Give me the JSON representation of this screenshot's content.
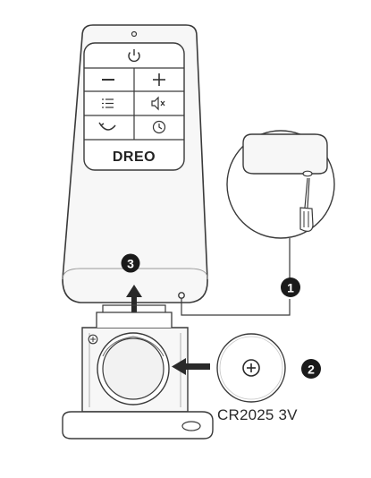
{
  "remote": {
    "brand": "DREO",
    "buttons": {
      "power": "power-icon",
      "minus": "minus-icon",
      "plus": "plus-icon",
      "mode": "list-icon",
      "mute": "mute-icon",
      "oscillate": "swing-icon",
      "timer": "timer-icon"
    }
  },
  "steps": {
    "step1": "1",
    "step2": "2",
    "step3": "3"
  },
  "battery": {
    "label": "CR2025 3V",
    "symbol": "plus-icon"
  },
  "colors": {
    "outline": "#3a3a3a",
    "remote_fill": "#f7f7f7",
    "badge": "#1a1a1a"
  }
}
